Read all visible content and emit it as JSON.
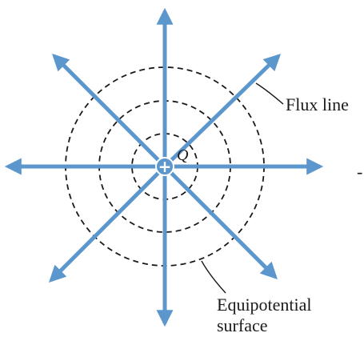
{
  "diagram": {
    "labels": {
      "flux_line": "Flux line",
      "equipotential_line1": "Equipotential",
      "equipotential_line2": "surface",
      "charge": "Q",
      "charge_sign": "+",
      "edge_mark": "-"
    },
    "colors": {
      "flux_line": "#5b97cc",
      "equipotential": "#1a1a1a",
      "charge_fill": "#5b97cc",
      "charge_sign": "#ffffff",
      "background": "#ffffff"
    },
    "flux_line_count": 8,
    "equipotential_surface_count": 3
  }
}
